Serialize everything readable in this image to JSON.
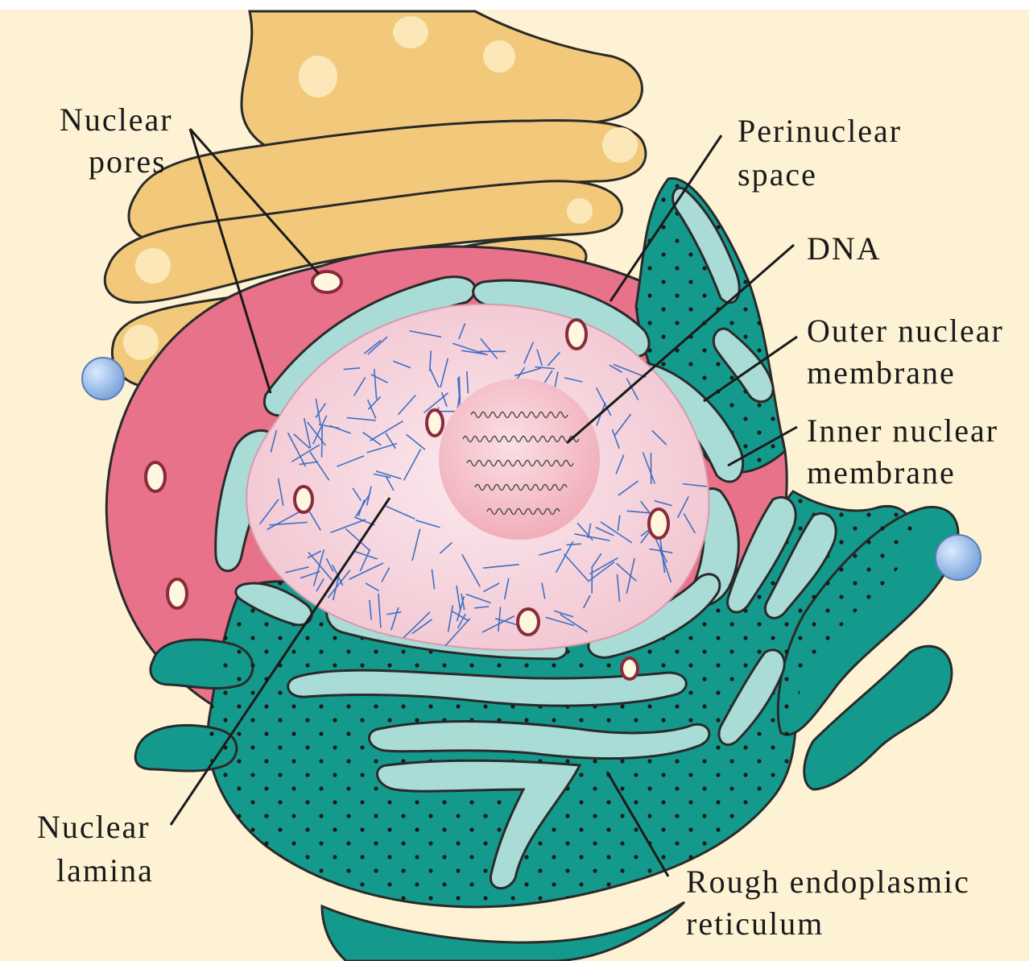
{
  "colors": {
    "background": "#fdf2d4",
    "golgi": "#f2c97a",
    "golgi_highlight": "#fbe7b8",
    "cytoplasm_pink": "#e8728a",
    "nucleus_inner": "#f6d6de",
    "perinuclear": "#a9dcd6",
    "rough_er": "#149a8c",
    "lamina_lines": "#3d6fc4",
    "nucleolus": "#f7c4cc",
    "vesicle": "#8fb6e6"
  },
  "labels": {
    "nuclear_pores": [
      "Nuclear",
      "pores"
    ],
    "perinuclear_space": [
      "Perinuclear",
      "space"
    ],
    "dna": [
      "DNA"
    ],
    "outer_membrane": [
      "Outer nuclear",
      "membrane"
    ],
    "inner_membrane": [
      "Inner nuclear",
      "membrane"
    ],
    "nuclear_lamina": [
      "Nuclear",
      "lamina"
    ],
    "rough_er": [
      "Rough endoplasmic",
      "reticulum"
    ]
  }
}
